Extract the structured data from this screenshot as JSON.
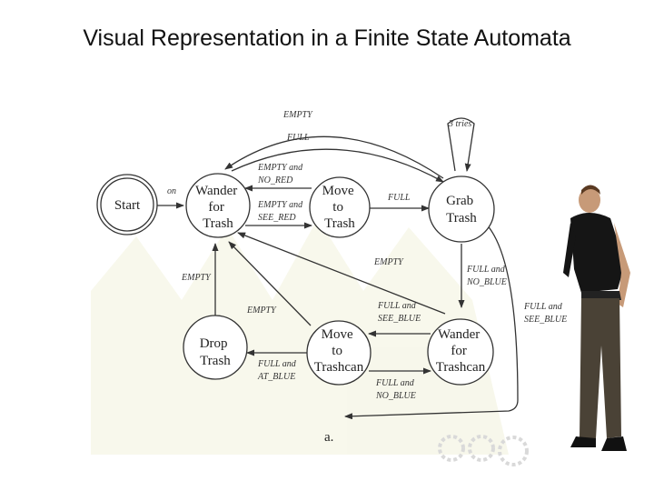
{
  "slide": {
    "title": "Visual Representation in a Finite State Automata"
  },
  "diagram": {
    "states": {
      "start": [
        "Start"
      ],
      "wander_trash": [
        "Wander",
        "for",
        "Trash"
      ],
      "move_trash": [
        "Move",
        "to",
        "Trash"
      ],
      "grab_trash": [
        "Grab",
        "Trash"
      ],
      "drop_trash": [
        "Drop",
        "Trash"
      ],
      "move_trashcan": [
        "Move",
        "to",
        "Trashcan"
      ],
      "wander_trashcan": [
        "Wander",
        "for",
        "Trashcan"
      ]
    },
    "edges": {
      "on": [
        "on"
      ],
      "grab_to_wander_empty_top": [
        "EMPTY"
      ],
      "grab_to_wander_full_top": [
        "FULL"
      ],
      "move_to_wander_empty_nored": [
        "EMPTY and",
        "NO_RED"
      ],
      "wander_to_move_empty_seered": [
        "EMPTY and",
        "SEE_RED"
      ],
      "move_to_grab_full": [
        "FULL"
      ],
      "grab_self_loop": [
        "3 tries"
      ],
      "wandercan_to_wander_empty": [
        "EMPTY"
      ],
      "grab_to_wandercan_full_noblue": [
        "FULL and",
        "NO_BLUE"
      ],
      "grab_to_movecan_full_seeblue": [
        "FULL and",
        "SEE_BLUE"
      ],
      "wandercan_to_movecan_full_seeblue": [
        "FULL and",
        "SEE_BLUE"
      ],
      "movecan_to_wandercan_full_noblue": [
        "FULL and",
        "NO_BLUE"
      ],
      "movecan_to_wander_empty": [
        "EMPTY"
      ],
      "movecan_to_drop_full_atblue": [
        "FULL and",
        "AT_BLUE"
      ],
      "drop_to_wander_empty": [
        "EMPTY"
      ]
    },
    "caption": "a."
  },
  "colors": {
    "background": "#ffffff",
    "ink": "#222222",
    "watermark": "#f2f2dc"
  }
}
